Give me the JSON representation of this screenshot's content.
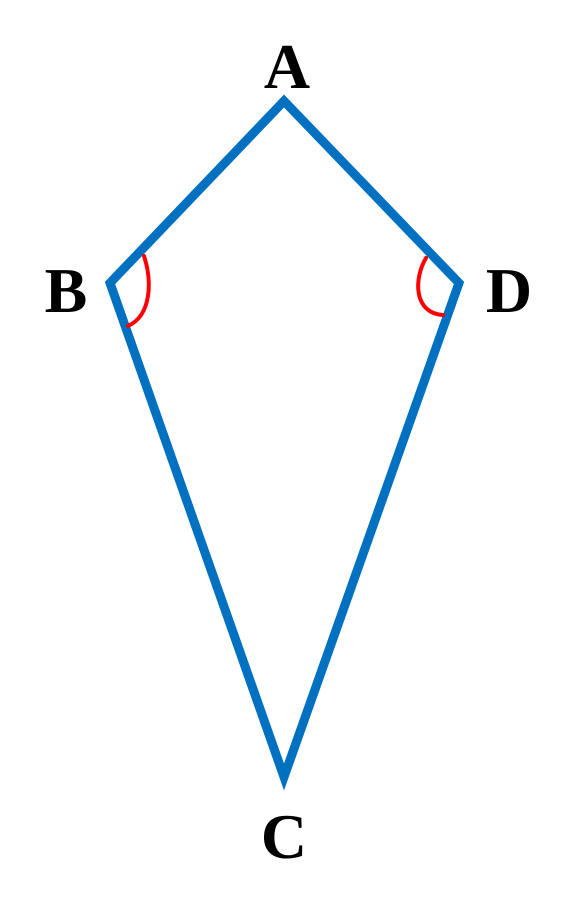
{
  "diagram": {
    "vertices": {
      "A": "A",
      "B": "B",
      "C": "C",
      "D": "D"
    },
    "colors": {
      "outline": "#0070c0",
      "angle_mark": "#ff0000",
      "label": "#000000",
      "background": "#ffffff"
    },
    "marked_angles": [
      "B",
      "D"
    ]
  }
}
